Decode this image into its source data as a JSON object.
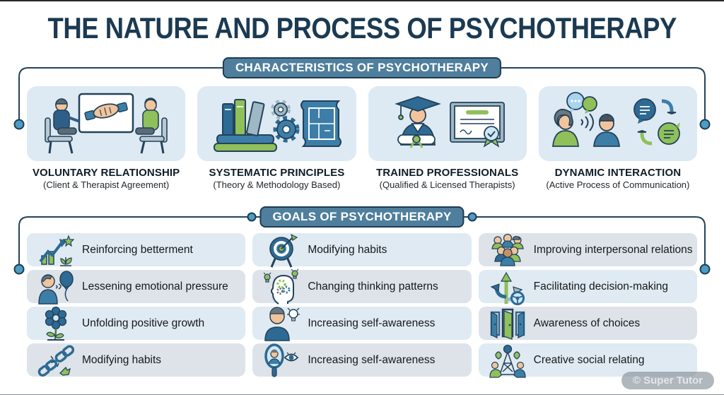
{
  "page": {
    "title": "THE NATURE AND PROCESS OF PSYCHOTHERAPY",
    "watermark": "© Super Tutor"
  },
  "colors": {
    "title_navy": "#1b3a52",
    "pill_steel_blue": "#4f7f9d",
    "pill_border": "#1d3c52",
    "card_light_blue": "#ddeaf3",
    "row_light_blue": "#dfeaf2",
    "row_gray": "#dde3e9",
    "accent_blue": "#3c7ea8",
    "accent_green": "#8fc05a",
    "connector_navy": "#24425a",
    "connector_dot_fill": "#4c9cc4"
  },
  "characteristics": {
    "header": "CHARACTERISTICS OF PSYCHOTHERAPY",
    "cards": [
      {
        "title": "VOLUNTARY RELATIONSHIP",
        "subtitle": "(Client & Therapist Agreement)",
        "icon": "therapy-session-illustration"
      },
      {
        "title": "SYSTEMATIC PRINCIPLES",
        "subtitle": "(Theory & Methodology Based)",
        "icon": "books-gears-blueprint-illustration"
      },
      {
        "title": "TRAINED PROFESSIONALS",
        "subtitle": "(Qualified & Licensed Therapists)",
        "icon": "graduate-certificate-illustration"
      },
      {
        "title": "DYNAMIC INTERACTION",
        "subtitle": "(Active Process of Communication)",
        "icon": "conversation-exchange-illustration"
      }
    ]
  },
  "goals": {
    "header": "GOALS OF PSYCHOTHERAPY",
    "columns": [
      {
        "items": [
          {
            "label": "Reinforcing betterment",
            "icon": "growth-trend-icon"
          },
          {
            "label": "Lessening emotional pressure",
            "icon": "exhale-balloon-icon"
          },
          {
            "label": "Unfolding positive growth",
            "icon": "flower-icon"
          },
          {
            "label": "Modifying habits",
            "icon": "broken-chain-icon"
          }
        ]
      },
      {
        "items": [
          {
            "label": "Modifying habits",
            "icon": "target-dart-icon"
          },
          {
            "label": "Changing thinking patterns",
            "icon": "thinking-gears-icon"
          },
          {
            "label": "Increasing self-awareness",
            "icon": "person-lightbulb-icon"
          },
          {
            "label": "Increasing self-awareness",
            "icon": "mirror-eye-icon"
          }
        ]
      },
      {
        "items": [
          {
            "label": "Improving interpersonal relations",
            "icon": "group-people-icon"
          },
          {
            "label": "Facilitating decision-making",
            "icon": "decision-arrows-icon"
          },
          {
            "label": "Awareness of choices",
            "icon": "open-doors-icon"
          },
          {
            "label": "Creative social relating",
            "icon": "social-network-icon"
          }
        ]
      }
    ]
  }
}
